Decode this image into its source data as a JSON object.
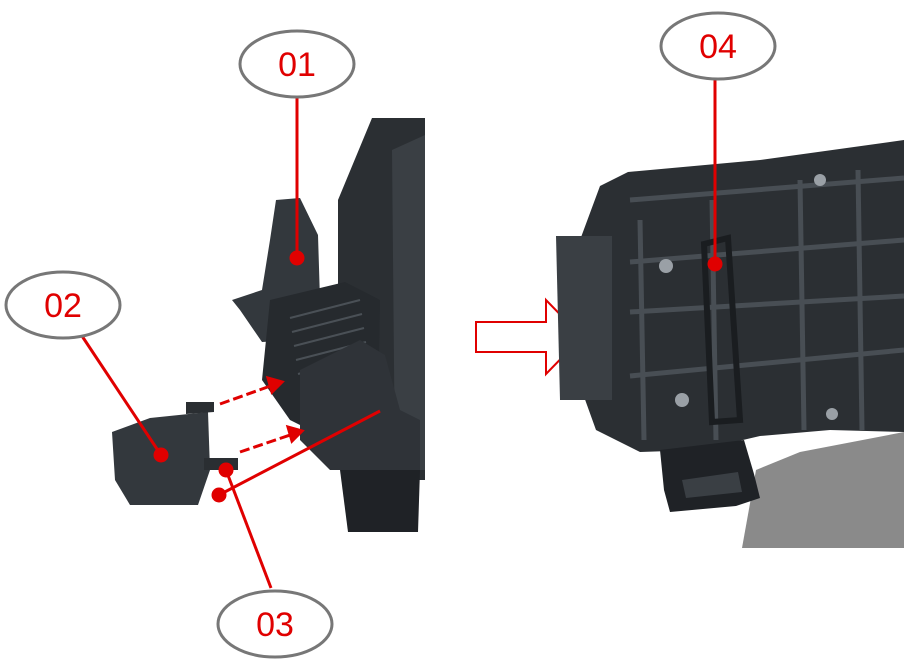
{
  "colors": {
    "callout_red": "#e00000",
    "bubble_stroke": "#777777",
    "part_dark": "#2b2f33",
    "part_mid": "#3a3f44",
    "part_light": "#50565c",
    "foam_gray": "#8a8a8a",
    "arrow_outline": "#e00000"
  },
  "callouts": [
    {
      "id": "01",
      "label": "01"
    },
    {
      "id": "02",
      "label": "02"
    },
    {
      "id": "03",
      "label": "03"
    },
    {
      "id": "04",
      "label": "04"
    }
  ],
  "icons": {
    "step_arrow": "hollow-right-arrow-icon"
  }
}
